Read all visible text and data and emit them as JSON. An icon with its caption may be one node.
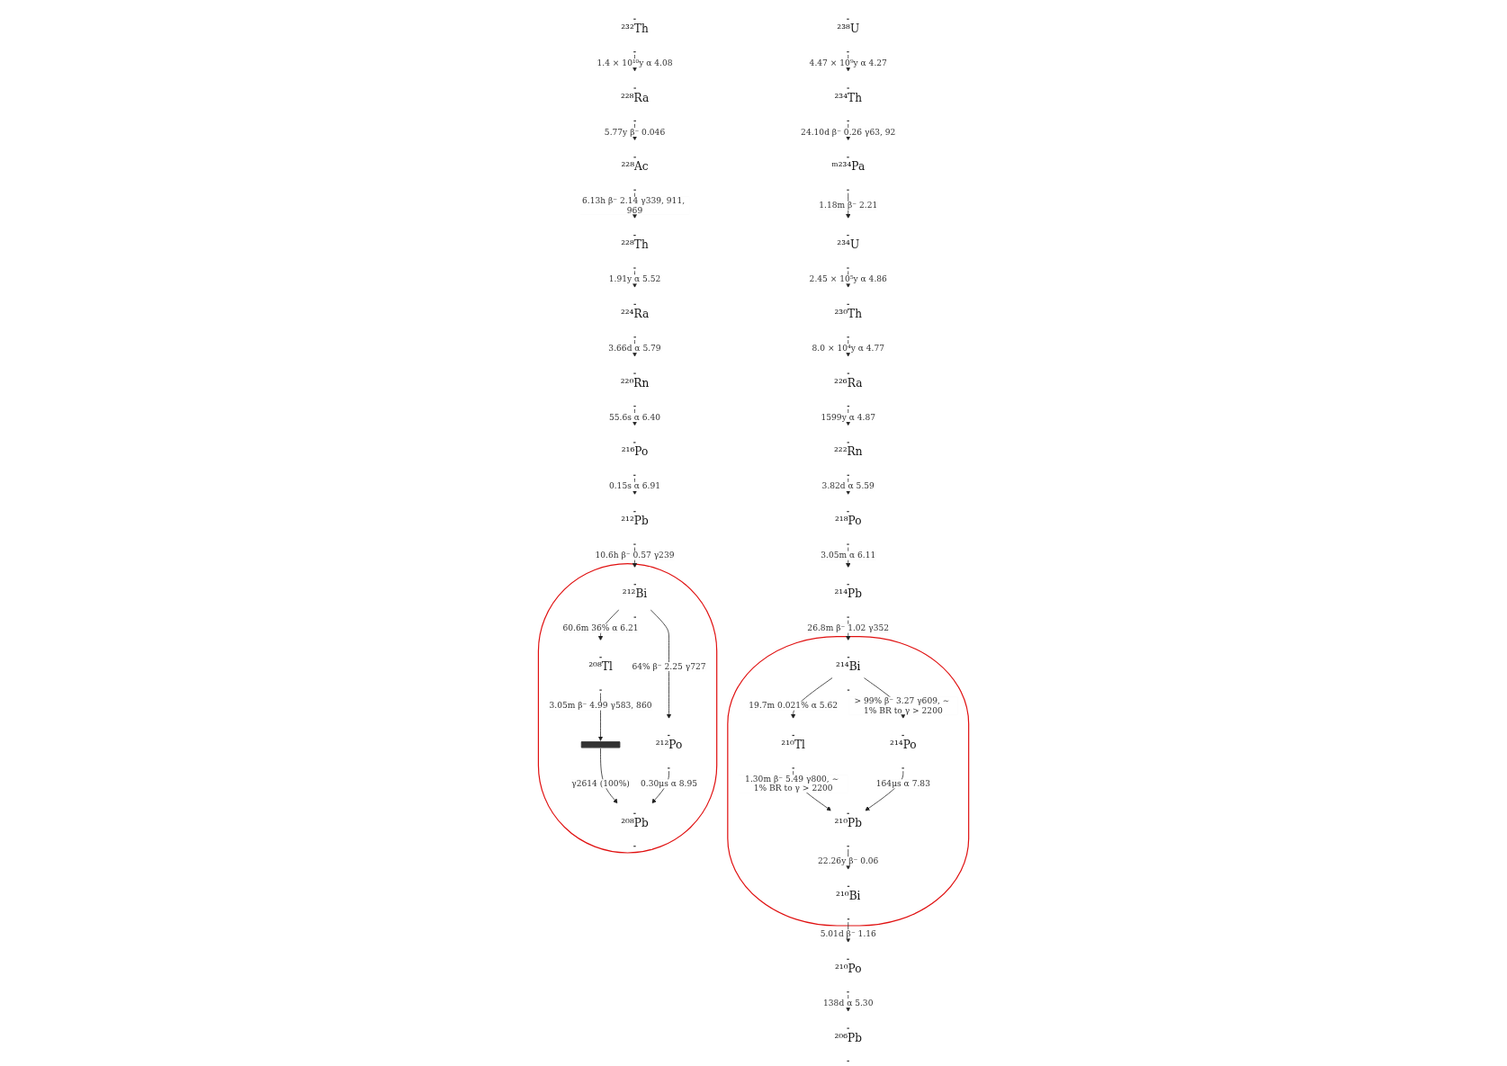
{
  "diagram": {
    "nodes": [
      {
        "text": [
          "²³⁸U"
        ]
      },
      {
        "text": [
          "²³⁴Th"
        ]
      },
      {
        "text": [
          "ᵐ²³⁴Pa"
        ]
      },
      {
        "text": [
          "²³⁴U"
        ]
      },
      {
        "text": [
          "²³⁰Th"
        ]
      },
      {
        "text": [
          "²²⁶Ra"
        ]
      },
      {
        "text": [
          "²²²Rn"
        ]
      },
      {
        "text": [
          "²¹⁸Po"
        ]
      },
      {
        "text": [
          "²¹⁴Pb"
        ]
      },
      {
        "text": [],
        "shape": "ellipse"
      },
      {
        "text": [
          "²¹⁴Bi"
        ],
        "in": 9
      },
      {
        "text": [
          "²¹⁰Tl"
        ],
        "in": 9
      },
      {
        "text": [
          "²¹⁴Po"
        ],
        "in": 9
      },
      {
        "text": [
          "²¹⁰Pb"
        ],
        "in": 9
      },
      {
        "text": [
          "²¹⁰Bi"
        ],
        "in": 9
      },
      {
        "text": [
          "²¹⁰Po"
        ]
      },
      {
        "text": [
          "²⁰⁶Pb"
        ]
      },
      {
        "text": [
          "²³²Th"
        ]
      },
      {
        "text": [
          "²²⁸Ra"
        ]
      },
      {
        "text": [
          "²²⁸Ac"
        ]
      },
      {
        "text": [
          "²²⁸Th"
        ]
      },
      {
        "text": [
          "²²⁴Ra"
        ]
      },
      {
        "text": [
          "²²⁰Rn"
        ]
      },
      {
        "text": [
          "²¹⁶Po"
        ]
      },
      {
        "text": [
          "²¹²Pb"
        ]
      },
      {
        "text": [],
        "shape": "ellipse"
      },
      {
        "text": [
          "²¹²Bi"
        ],
        "in": 25
      },
      {
        "text": [
          "²⁰⁸Tl"
        ],
        "in": 25
      },
      {
        "text": [
          "²¹²Po"
        ],
        "in": 25
      },
      {
        "text": [],
        "shape": "bar",
        "in": 25
      },
      {
        "text": [
          "²⁰⁸Pb"
        ],
        "in": 25
      }
    ],
    "edges": [
      {
        "from": 0,
        "to": 1,
        "arrow": "to",
        "label": "4.47 × 10⁹y α 4.27"
      },
      {
        "from": 1,
        "to": 2,
        "arrow": "to",
        "label": "24.10d β⁻ 0.26 γ63, 92"
      },
      {
        "from": 2,
        "to": 3,
        "arrow": "to",
        "label": "1.18m β⁻ 2.21"
      },
      {
        "from": 3,
        "to": 4,
        "arrow": "to",
        "label": "2.45 × 10⁵y α 4.86"
      },
      {
        "from": 4,
        "to": 5,
        "arrow": "to",
        "label": "8.0 × 10⁴y α 4.77"
      },
      {
        "from": 5,
        "to": 6,
        "arrow": "to",
        "label": "1599y α 4.87"
      },
      {
        "from": 6,
        "to": 7,
        "arrow": "to",
        "label": "3.82d α 5.59"
      },
      {
        "from": 7,
        "to": 8,
        "arrow": "to",
        "label": "3.05m α 6.11"
      },
      {
        "from": 8,
        "to": 10,
        "arrow": "to",
        "label": "26.8m β⁻ 1.02 γ352"
      },
      {
        "from": 10,
        "to": 11,
        "arrow": "to",
        "label": "19.7m 0.021% α 5.62"
      },
      {
        "from": 10,
        "to": 12,
        "arrow": "to",
        "label": "> 99% β⁻ 3.27 γ609, ∼ 1% BR to γ > 2200"
      },
      {
        "from": 11,
        "to": 13,
        "arrow": "to",
        "label": "1.30m β⁻ 5.49 γ800, ∼ 1% BR to γ > 2200"
      },
      {
        "from": 12,
        "to": 13,
        "arrow": "to",
        "label": "164μs α 7.83"
      },
      {
        "from": 13,
        "to": 14,
        "arrow": "to",
        "label": "22.26y β⁻ 0.06"
      },
      {
        "from": 14,
        "to": 15,
        "arrow": "to",
        "label": "5.01d β⁻ 1.16"
      },
      {
        "from": 15,
        "to": 16,
        "arrow": "to",
        "label": "138d α 5.30"
      },
      {
        "from": 17,
        "to": 18,
        "arrow": "to",
        "label": "1.4 × 10¹⁰y α 4.08"
      },
      {
        "from": 18,
        "to": 19,
        "arrow": "to",
        "label": "5.77y β⁻ 0.046"
      },
      {
        "from": 19,
        "to": 20,
        "arrow": "to",
        "label": "6.13h β⁻ 2.14 γ339, 911, 969"
      },
      {
        "from": 20,
        "to": 21,
        "arrow": "to",
        "label": "1.91y α 5.52"
      },
      {
        "from": 21,
        "to": 22,
        "arrow": "to",
        "label": "3.66d α 5.79"
      },
      {
        "from": 22,
        "to": 23,
        "arrow": "to",
        "label": "55.6s α 6.40"
      },
      {
        "from": 23,
        "to": 24,
        "arrow": "to",
        "label": "0.15s α 6.91"
      },
      {
        "from": 24,
        "to": 26,
        "arrow": "to",
        "label": "10.6h β⁻ 0.57 γ239"
      },
      {
        "from": 26,
        "to": 27,
        "arrow": "to",
        "label": "60.6m 36% α 6.21"
      },
      {
        "from": 26,
        "to": 28,
        "arrow": "to",
        "label": "64% β⁻ 2.25 γ727"
      },
      {
        "from": 27,
        "to": 29,
        "arrow": "to",
        "label": "3.05m β⁻ 4.99 γ583, 860"
      },
      {
        "from": 29,
        "to": 30,
        "arrow": "to",
        "label": "γ2614 (100%)"
      },
      {
        "from": 28,
        "to": 30,
        "arrow": "to",
        "label": "0.30μs α 8.95"
      }
    ]
  }
}
